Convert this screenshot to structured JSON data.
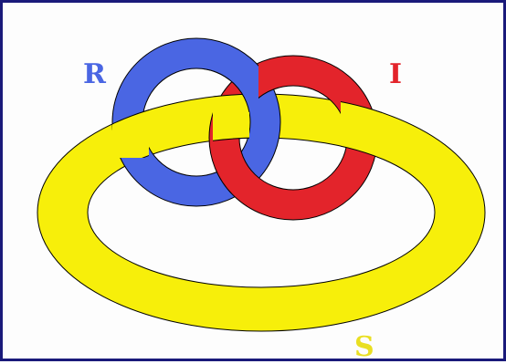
{
  "labels": {
    "r": "R",
    "i": "I",
    "s": "S"
  },
  "colors": {
    "r": "#4a66e3",
    "i": "#e3242b",
    "s": "#f7ef0a",
    "s_label": "#e9df22",
    "frame": "#1a1a7a",
    "background": "#fdfdfd",
    "outline": "#000000"
  }
}
